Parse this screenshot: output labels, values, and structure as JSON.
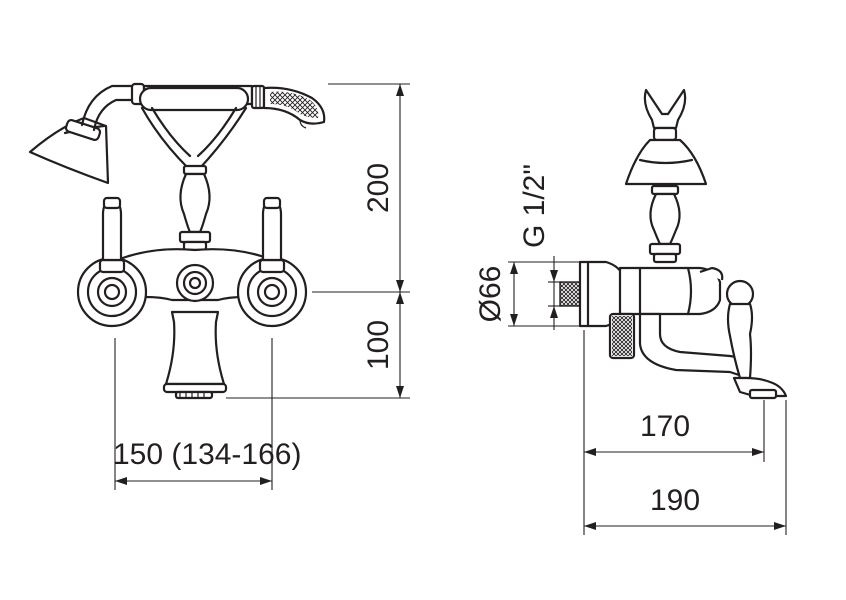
{
  "dimensions": {
    "height_upper": "200",
    "height_lower": "100",
    "centres": "150 (134-166)",
    "pipe_diameter": "Ø66",
    "thread": "G 1/2\"",
    "projection_spout": "170",
    "projection_total": "190"
  }
}
